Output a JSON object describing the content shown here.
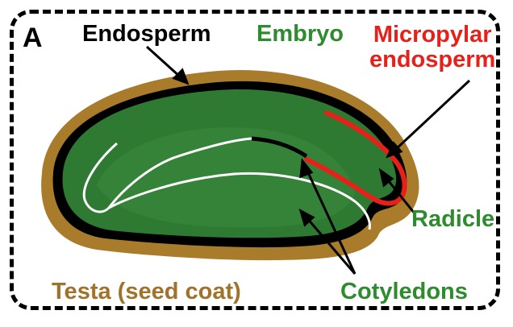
{
  "panel_letter": "A",
  "labels": {
    "endosperm": "Endosperm",
    "embryo": "Embryo",
    "micropylar_line1": "Micropylar",
    "micropylar_line2": "endosperm",
    "radicle": "Radicle",
    "testa": "Testa (seed coat)",
    "cotyledons": "Cotyledons"
  },
  "colors": {
    "testa": "#a97c2c",
    "endosperm": "#000000",
    "embryo": "#2f7a33",
    "embryo_highlight": "#4a9a4c",
    "micropylar_endosperm": "#e8201a",
    "embryo_label": "#2e8b2e",
    "testa_label": "#a0722a",
    "frame": "#000000"
  }
}
